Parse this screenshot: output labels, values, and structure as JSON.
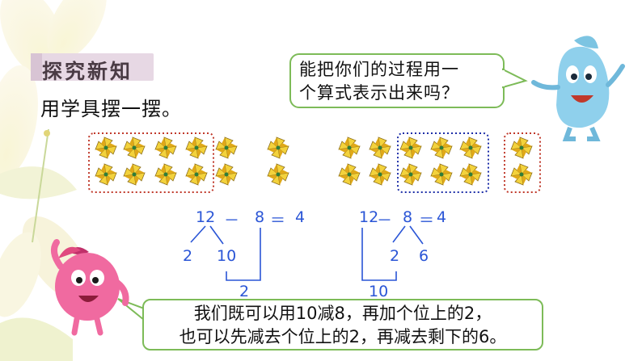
{
  "section_title": "探究新知",
  "instruction": "用学具摆一摆。",
  "speech_top": [
    "能把你们的过程用一",
    "个算式表示出来吗？"
  ],
  "speech_bottom": [
    "我们既可以用10减8，再加个位上的2，",
    "也可以先减去个位上的2，再减去剩下的6。"
  ],
  "method1": {
    "n12": "12",
    "minus": "－",
    "n8": "8",
    "equals": "＝",
    "n4": "4",
    "split_a": "2",
    "split_b": "10",
    "bracket": "2"
  },
  "method2": {
    "n12": "12",
    "minus": "－",
    "n8": "8",
    "equals": "＝",
    "n4": "4",
    "split_a": "2",
    "split_b": "6",
    "bracket": "10"
  },
  "colors": {
    "accent_green": "#7dbb58",
    "dotted_red": "#c0392b",
    "dotted_blue": "#1e2fa8",
    "equation_blue": "#2a55d6",
    "pinwheel_yellow": "#f3d23c"
  },
  "icons": [
    "pinwheel-icon",
    "blue-mascot",
    "pink-mascot",
    "flower-decoration"
  ]
}
